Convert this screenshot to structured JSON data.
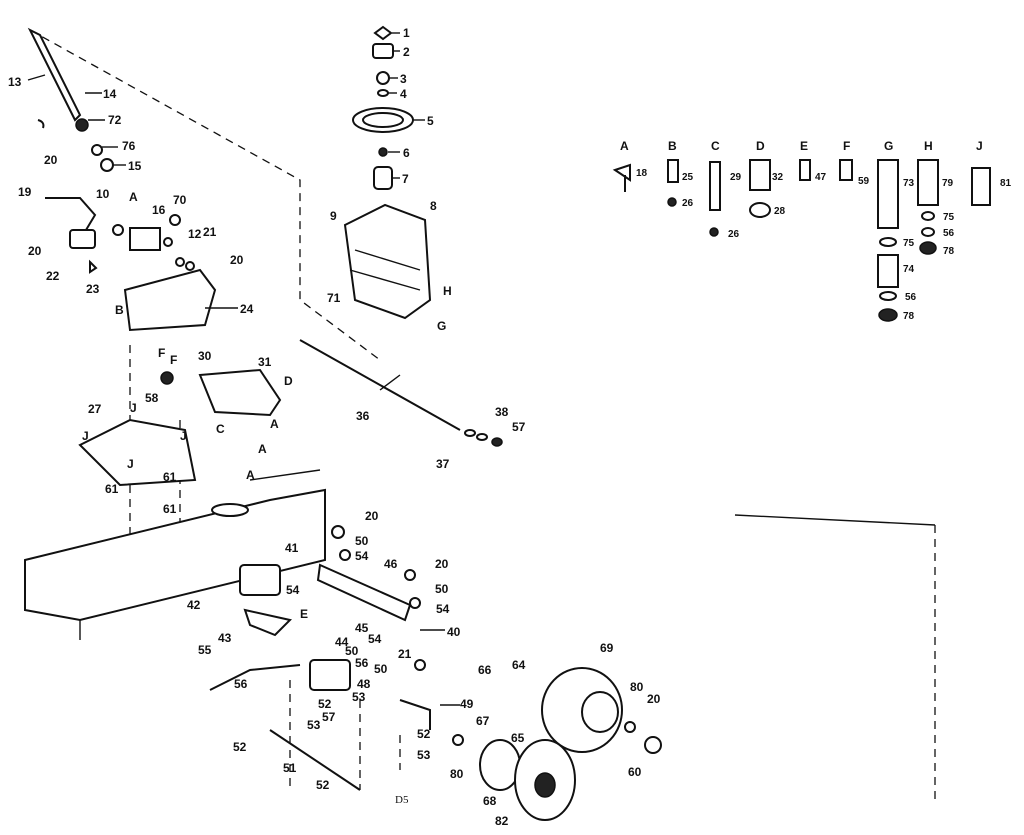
{
  "diagram_code": "D5",
  "parts": {
    "p1": "1",
    "p2": "2",
    "p3": "3",
    "p4": "4",
    "p5": "5",
    "p6": "6",
    "p7": "7",
    "p8": "8",
    "p9": "9",
    "p10": "10",
    "p12": "12",
    "p13": "13",
    "p14": "14",
    "p15": "15",
    "p16": "16",
    "p18": "18",
    "p19": "19",
    "p20": "20",
    "p21": "21",
    "p22": "22",
    "p23": "23",
    "p24": "24",
    "p25": "25",
    "p26": "26",
    "p27": "27",
    "p28": "28",
    "p29": "29",
    "p30": "30",
    "p31": "31",
    "p32": "32",
    "p36": "36",
    "p37": "37",
    "p38": "38",
    "p40": "40",
    "p41": "41",
    "p42": "42",
    "p43": "43",
    "p44": "44",
    "p45": "45",
    "p46": "46",
    "p47": "47",
    "p48": "48",
    "p49": "49",
    "p50": "50",
    "p51": "51",
    "p52": "52",
    "p53": "53",
    "p54": "54",
    "p55": "55",
    "p56": "56",
    "p57": "57",
    "p58": "58",
    "p59": "59",
    "p60": "60",
    "p61": "61",
    "p64": "64",
    "p65": "65",
    "p66": "66",
    "p67": "67",
    "p68": "68",
    "p69": "69",
    "p70": "70",
    "p71": "71",
    "p72": "72",
    "p73": "73",
    "p74": "74",
    "p75": "75",
    "p76": "76",
    "p78": "78",
    "p79": "79",
    "p80": "80",
    "p81": "81",
    "p82": "82"
  },
  "letters": {
    "A": "A",
    "B": "B",
    "C": "C",
    "D": "D",
    "E": "E",
    "F": "F",
    "G": "G",
    "H": "H",
    "J": "J"
  }
}
